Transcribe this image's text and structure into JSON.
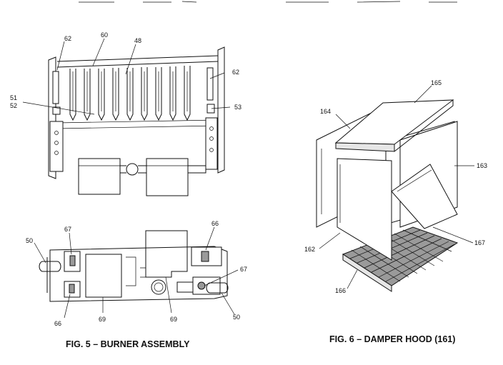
{
  "figures": [
    {
      "caption": "FIG. 5 – BURNER ASSEMBLY",
      "callouts": [
        "62",
        "60",
        "48",
        "62",
        "51",
        "52",
        "53",
        "67",
        "66",
        "50",
        "66",
        "69",
        "69",
        "67",
        "50"
      ]
    },
    {
      "caption": "FIG. 6 – DAMPER HOOD (161)",
      "callouts": [
        "165",
        "164",
        "163",
        "162",
        "167",
        "166"
      ]
    }
  ]
}
